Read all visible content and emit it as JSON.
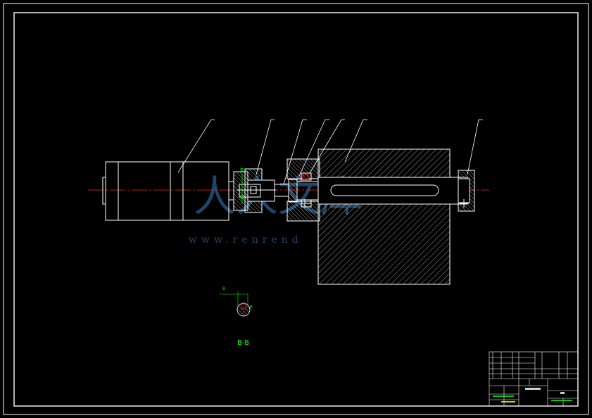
{
  "colors": {
    "background": "#000000",
    "line": "#ffffff",
    "centerline": "#ff2020",
    "dimension": "#00ff00",
    "accent": "#ffff00",
    "watermark": "#3a7fbf"
  },
  "section": {
    "marker_top": "B",
    "marker_bottom": "B",
    "view_title": "B-B",
    "dim_width": "8",
    "dim_depth": "8"
  },
  "watermark": {
    "brand": "人人文库",
    "url": "www.renrend"
  },
  "title_block": {
    "drawing_title": "",
    "company": ""
  }
}
